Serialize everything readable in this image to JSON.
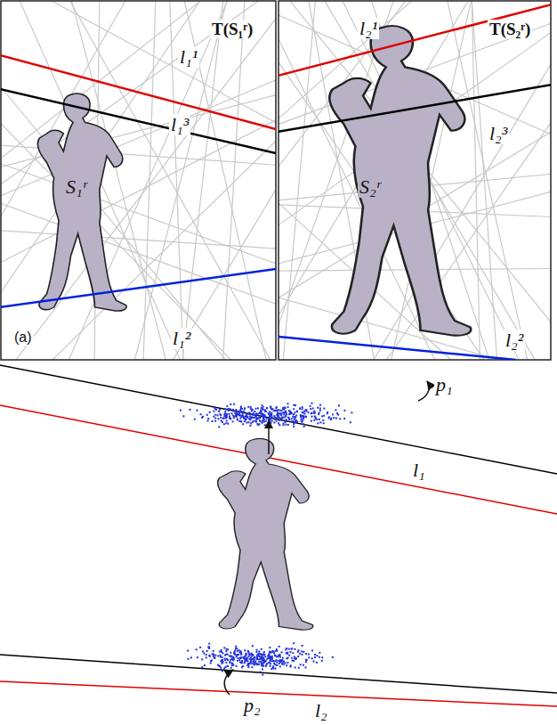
{
  "diagram": {
    "labels": [
      "T(S₁ʳ)",
      "l₁¹",
      "l₁³",
      "S₁ʳ",
      "l₁²",
      "(a)",
      "T(S₂ʳ)",
      "l₂¹",
      "l₂³",
      "S₂ʳ",
      "l₂²",
      "p₁",
      "l₁",
      "p₂",
      "l₂"
    ]
  }
}
